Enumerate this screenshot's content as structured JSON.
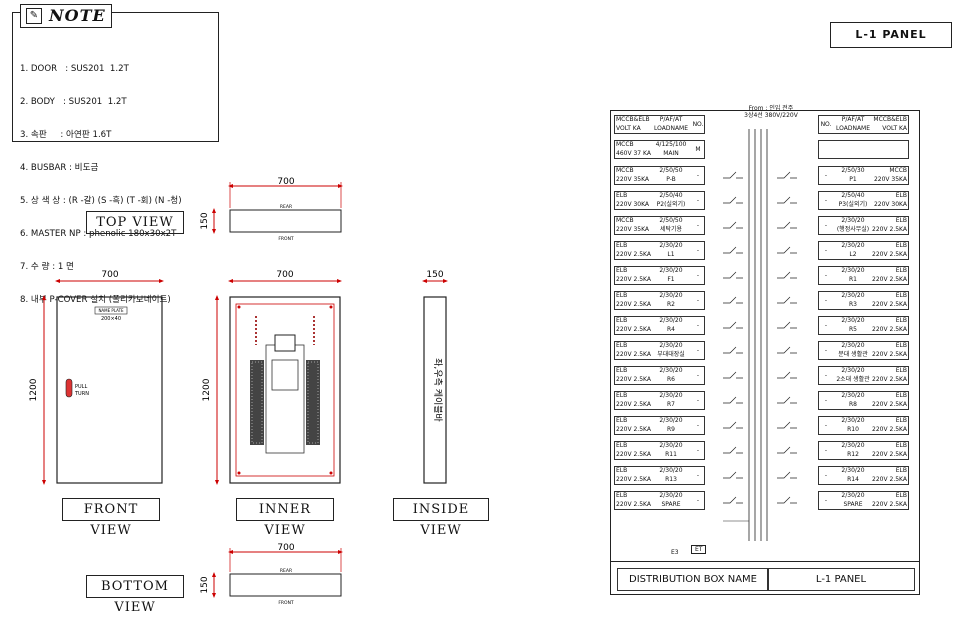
{
  "note": {
    "tag": "NOTE",
    "lines": [
      "1. DOOR   : SUS201  1.2T",
      "2. BODY   : SUS201  1.2T",
      "3. 속판     : 아연판 1.6T",
      "4. BUSBAR : 비도금",
      "5. 상 색 상 : (R -갈) (S -흑) (T -회) (N -청)",
      "6. MASTER NP : phenolic 180x30x2T",
      "7. 수 량 : 1 면",
      "8. 내부 P-COVER 설치 (폴리카보네이트)"
    ]
  },
  "panel_title": "L-1 PANEL",
  "views": {
    "top": {
      "label": "TOP VIEW",
      "width": "700",
      "depth": "150",
      "rear": "REAR",
      "front": "FRONT"
    },
    "bottom": {
      "label": "BOTTOM VIEW",
      "width": "700",
      "depth": "150",
      "rear": "REAR",
      "front": "FRONT"
    },
    "front": {
      "label": "FRONT VIEW",
      "width": "700",
      "height": "1200",
      "nameplate": "NAME PLATE",
      "nameplate_size": "200×40",
      "handle1": "PULL",
      "handle2": "TURN"
    },
    "inner": {
      "label": "INNER VIEW",
      "width": "700",
      "height": "1200"
    },
    "inside": {
      "label": "INSIDE VIEW",
      "depth": "150",
      "side_text": "좌,우측 케이블바"
    }
  },
  "schedule": {
    "from_line1": "From : 인입 전주",
    "from_line2": "3상4선 380V/220V",
    "header_left": {
      "u1": "MCCB&ELB",
      "u2": "P/AF/AT",
      "l1": "VOLT  KA",
      "l2": "LOADNAME",
      "no": "NO."
    },
    "header_right": {
      "u1": "P/AF/AT",
      "u2": "MCCB&ELB",
      "l1": "LOADNAME",
      "l2": "VOLT  KA",
      "no": "NO."
    },
    "main": {
      "u1": "MCCB",
      "u2": "4/125/100",
      "l1": "460V 37 KA",
      "l2": "MAIN",
      "no": "M"
    },
    "left_rows": [
      {
        "u1": "MCCB",
        "u2": "2/50/50",
        "l1": "220V 35KA",
        "l2": "P-B",
        "no": "-"
      },
      {
        "u1": "ELB",
        "u2": "2/50/40",
        "l1": "220V 30KA",
        "l2": "P2(실외기)",
        "no": "-"
      },
      {
        "u1": "MCCB",
        "u2": "2/50/50",
        "l1": "220V 35KA",
        "l2": "세탁기용",
        "no": "-"
      },
      {
        "u1": "ELB",
        "u2": "2/30/20",
        "l1": "220V 2.5KA",
        "l2": "L1",
        "no": "-"
      },
      {
        "u1": "ELB",
        "u2": "2/30/20",
        "l1": "220V 2.5KA",
        "l2": "F1",
        "no": "-"
      },
      {
        "u1": "ELB",
        "u2": "2/30/20",
        "l1": "220V 2.5KA",
        "l2": "R2",
        "no": "-"
      },
      {
        "u1": "ELB",
        "u2": "2/30/20",
        "l1": "220V 2.5KA",
        "l2": "R4",
        "no": "-"
      },
      {
        "u1": "ELB",
        "u2": "2/30/20",
        "l1": "220V 2.5KA",
        "l2": "부대대장실",
        "no": "-"
      },
      {
        "u1": "ELB",
        "u2": "2/30/20",
        "l1": "220V 2.5KA",
        "l2": "R6",
        "no": "-"
      },
      {
        "u1": "ELB",
        "u2": "2/30/20",
        "l1": "220V 2.5KA",
        "l2": "R7",
        "no": "-"
      },
      {
        "u1": "ELB",
        "u2": "2/30/20",
        "l1": "220V 2.5KA",
        "l2": "R9",
        "no": "-"
      },
      {
        "u1": "ELB",
        "u2": "2/30/20",
        "l1": "220V 2.5KA",
        "l2": "R11",
        "no": "-"
      },
      {
        "u1": "ELB",
        "u2": "2/30/20",
        "l1": "220V 2.5KA",
        "l2": "R13",
        "no": "-"
      },
      {
        "u1": "ELB",
        "u2": "2/30/20",
        "l1": "220V 2.5KA",
        "l2": "SPARE",
        "no": "-"
      }
    ],
    "right_rows": [
      {
        "u1": "2/50/30",
        "u2": "MCCB",
        "l1": "P1",
        "l2": "220V 35KA",
        "no": "-"
      },
      {
        "u1": "2/50/40",
        "u2": "ELB",
        "l1": "P3(실외기)",
        "l2": "220V 30KA",
        "no": "-"
      },
      {
        "u1": "2/30/20",
        "u2": "ELB",
        "l1": "(행정사무실)",
        "l2": "220V 2.5KA",
        "no": "-"
      },
      {
        "u1": "2/30/20",
        "u2": "ELB",
        "l1": "L2",
        "l2": "220V 2.5KA",
        "no": "-"
      },
      {
        "u1": "2/30/20",
        "u2": "ELB",
        "l1": "R1",
        "l2": "220V 2.5KA",
        "no": "-"
      },
      {
        "u1": "2/30/20",
        "u2": "ELB",
        "l1": "R3",
        "l2": "220V 2.5KA",
        "no": "-"
      },
      {
        "u1": "2/30/20",
        "u2": "ELB",
        "l1": "R5",
        "l2": "220V 2.5KA",
        "no": "-"
      },
      {
        "u1": "2/30/20",
        "u2": "ELB",
        "l1": "분대 생활관",
        "l2": "220V 2.5KA",
        "no": "-"
      },
      {
        "u1": "2/30/20",
        "u2": "ELB",
        "l1": "2소대 생활관",
        "l2": "220V 2.5KA",
        "no": "-"
      },
      {
        "u1": "2/30/20",
        "u2": "ELB",
        "l1": "R8",
        "l2": "220V 2.5KA",
        "no": "-"
      },
      {
        "u1": "2/30/20",
        "u2": "ELB",
        "l1": "R10",
        "l2": "220V 2.5KA",
        "no": "-"
      },
      {
        "u1": "2/30/20",
        "u2": "ELB",
        "l1": "R12",
        "l2": "220V 2.5KA",
        "no": "-"
      },
      {
        "u1": "2/30/20",
        "u2": "ELB",
        "l1": "R14",
        "l2": "220V 2.5KA",
        "no": "-"
      },
      {
        "u1": "2/30/20",
        "u2": "ELB",
        "l1": "SPARE",
        "l2": "220V 2.5KA",
        "no": "-"
      }
    ],
    "et_label": "ET",
    "e3_label": "E3",
    "dist_box_label": "DISTRIBUTION BOX NAME",
    "dist_box_value": "L-1 PANEL"
  }
}
